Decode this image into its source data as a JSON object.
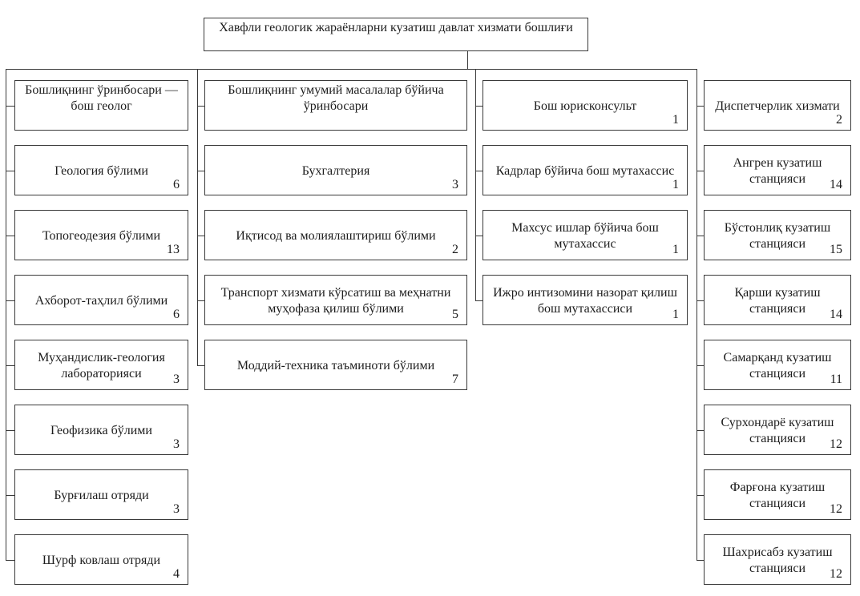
{
  "diagram": {
    "root": {
      "label": "Хавфли геологик жараёнларни кузатиш давлат хизмати бошлиғи"
    },
    "columns": [
      {
        "boxes": [
          {
            "label": "Бошлиқнинг ўринбосари — бош геолог",
            "count": null
          },
          {
            "label": "Геология бўлими",
            "count": "6"
          },
          {
            "label": "Топогеодезия бўлими",
            "count": "13"
          },
          {
            "label": "Ахборот-таҳлил бўлими",
            "count": "6"
          },
          {
            "label": "Муҳандислик-геология лабораторияси",
            "count": "3"
          },
          {
            "label": "Геофизика бўлими",
            "count": "3"
          },
          {
            "label": "Бурғилаш отряди",
            "count": "3"
          },
          {
            "label": "Шурф ковлаш отряди",
            "count": "4"
          }
        ]
      },
      {
        "boxes": [
          {
            "label": "Бошлиқнинг умумий масалалар бўйича ўринбосари",
            "count": null
          },
          {
            "label": "Бухгалтерия",
            "count": "3"
          },
          {
            "label": "Иқтисод ва молиялаштириш бўлими",
            "count": "2"
          },
          {
            "label": "Транспорт хизмати кўрсатиш ва меҳнатни муҳофаза қилиш бўлими",
            "count": "5"
          },
          {
            "label": "Моддий-техника таъминоти бўлими",
            "count": "7"
          }
        ]
      },
      {
        "boxes": [
          {
            "label": "Бош юрисконсульт",
            "count": "1"
          },
          {
            "label": "Кадрлар бўйича бош мутахассис",
            "count": "1"
          },
          {
            "label": "Махсус ишлар бўйича бош мутахассис",
            "count": "1"
          },
          {
            "label": "Ижро интизомини назорат қилиш бош мутахассиси",
            "count": "1"
          }
        ]
      },
      {
        "boxes": [
          {
            "label": "Диспетчерлик хизмати",
            "count": "2"
          },
          {
            "label": "Ангрен кузатиш станцияси",
            "count": "14"
          },
          {
            "label": "Бўстонлиқ кузатиш станцияси",
            "count": "15"
          },
          {
            "label": "Қарши кузатиш станцияси",
            "count": "14"
          },
          {
            "label": "Самарқанд кузатиш станцияси",
            "count": "11"
          },
          {
            "label": "Сурхондарё кузатиш станцияси",
            "count": "12"
          },
          {
            "label": "Фарғона кузатиш станцияси",
            "count": "12"
          },
          {
            "label": "Шахрисабз кузатиш станцияси",
            "count": "12"
          }
        ]
      }
    ],
    "colors": {
      "background": "#ffffff",
      "box_border": "#3a3a3a",
      "connector_line": "#3a3a3a",
      "text": "#1c1c1c"
    }
  }
}
